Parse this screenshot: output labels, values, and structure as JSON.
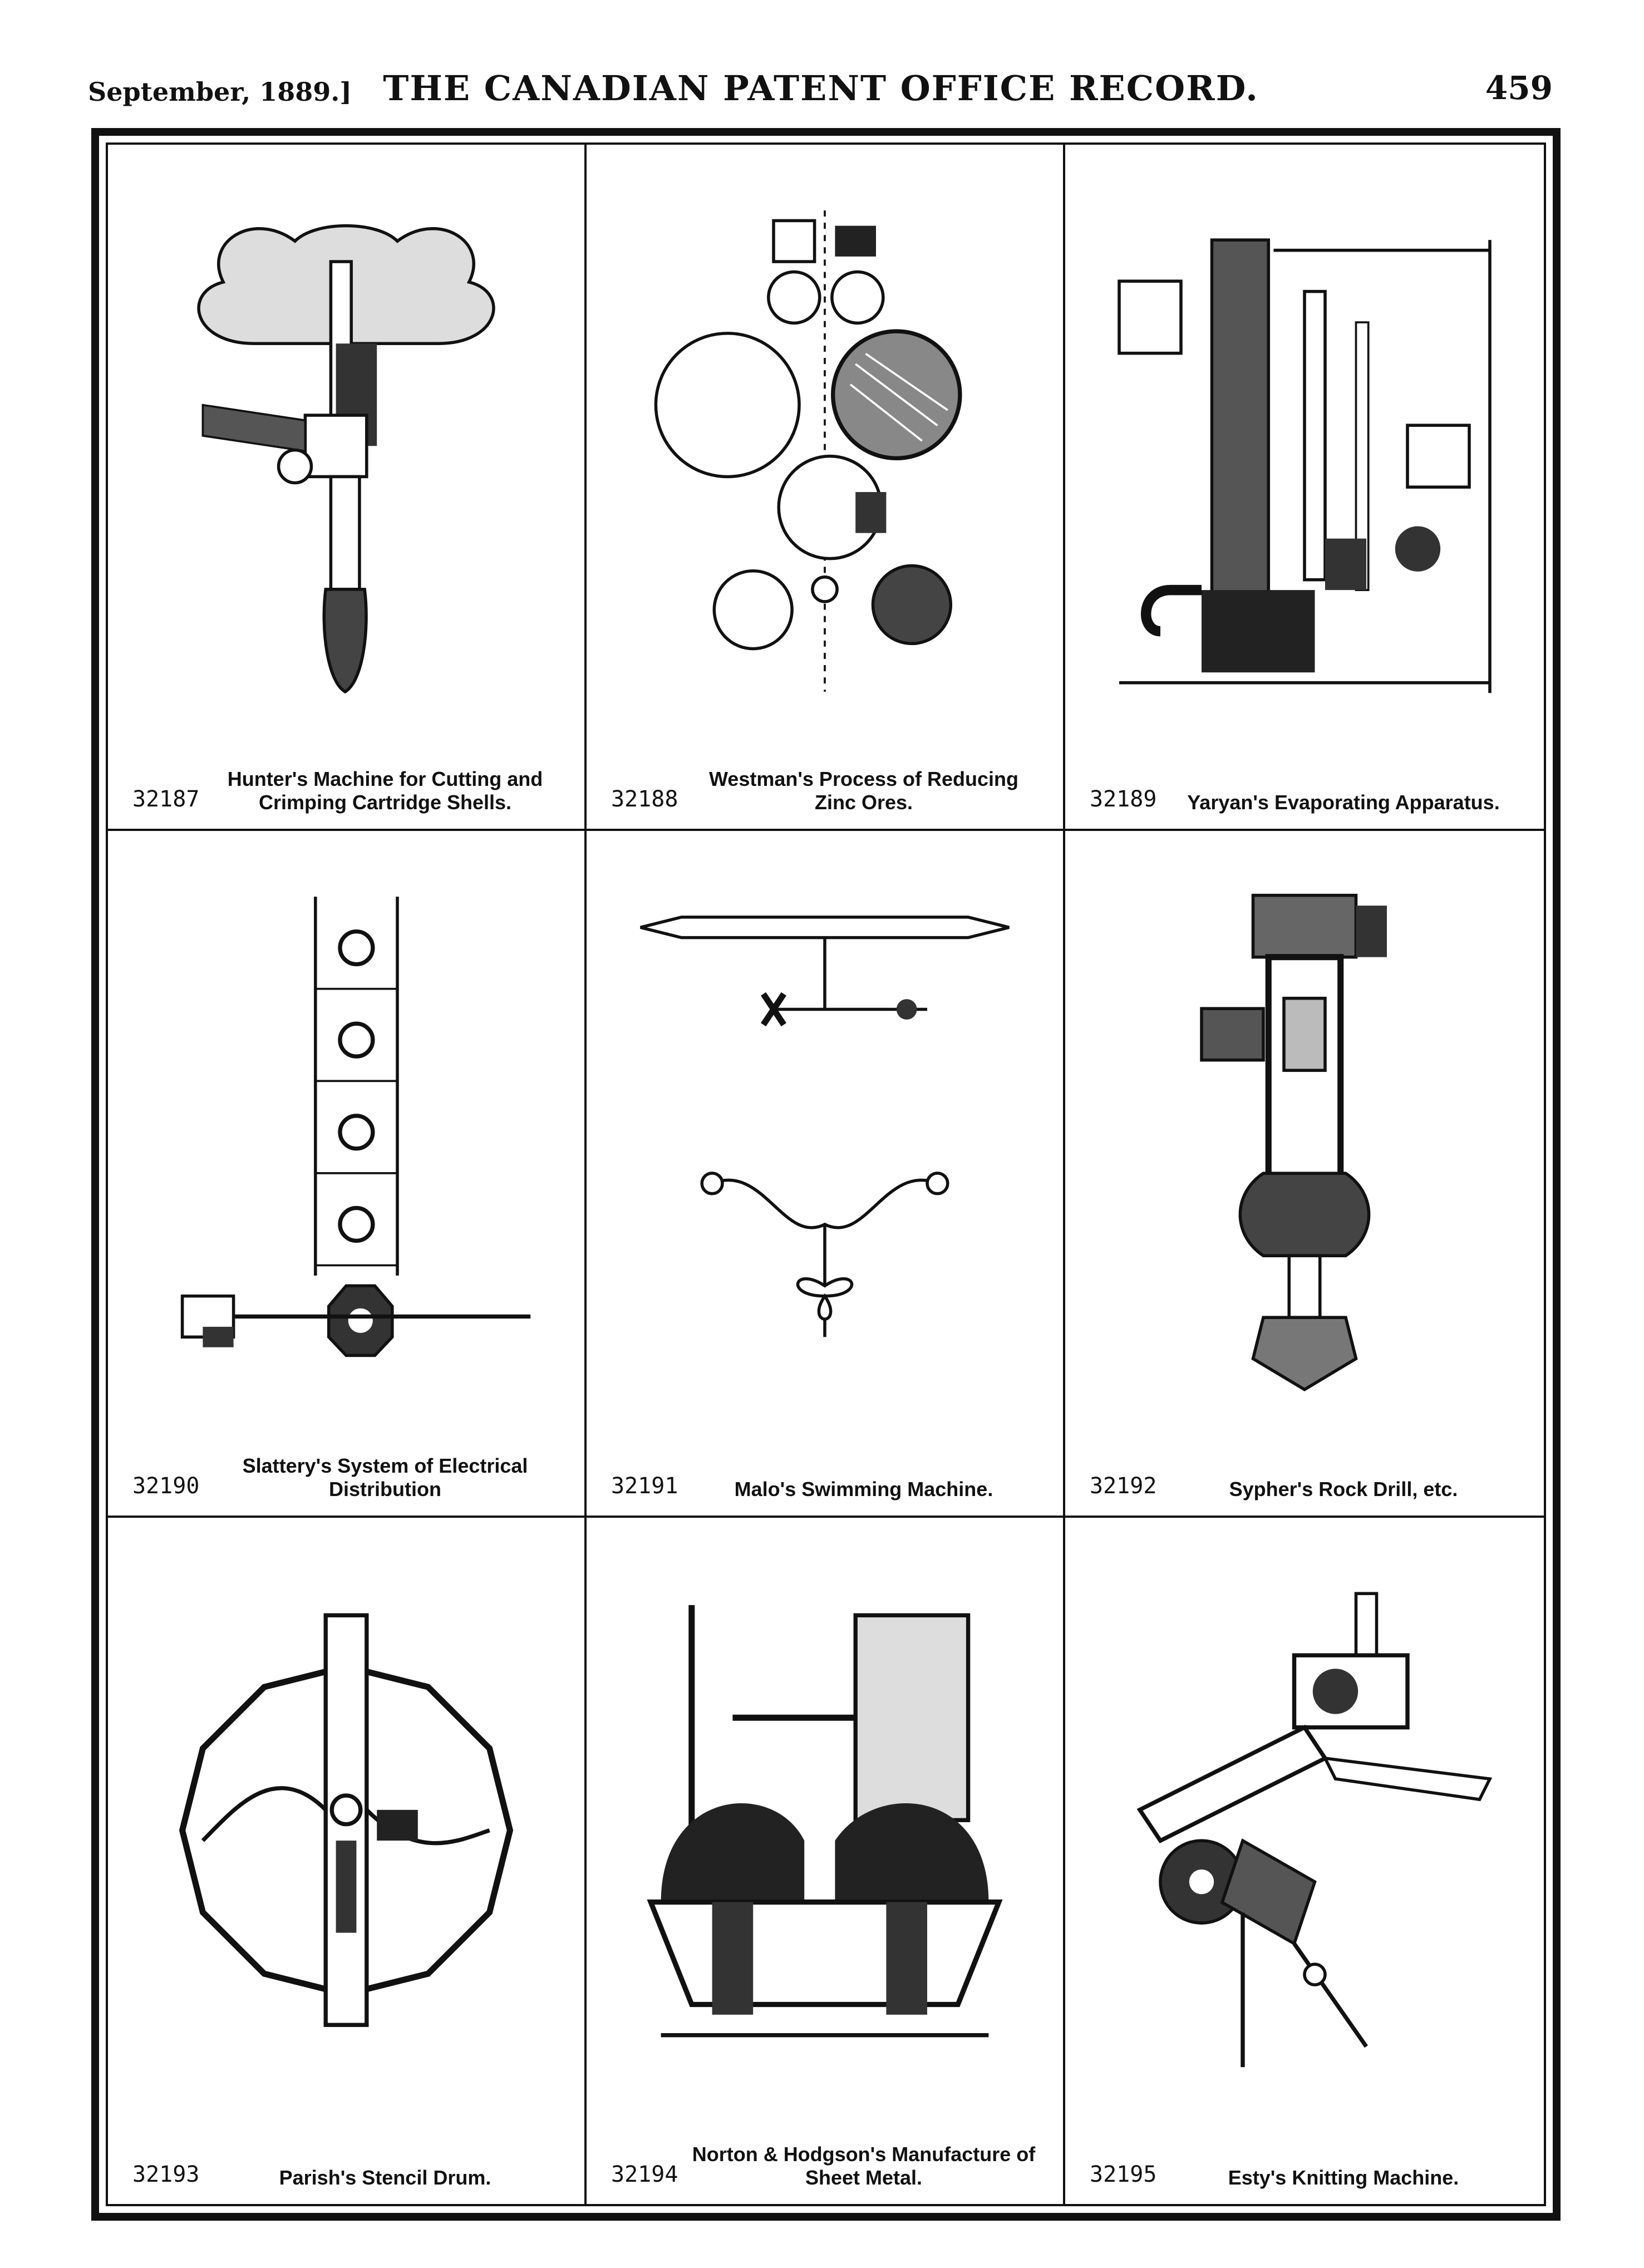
{
  "header": {
    "date": "September, 1889.]",
    "title": "THE CANADIAN PATENT OFFICE RECORD.",
    "page_number": "459"
  },
  "figures": [
    {
      "number": "32187",
      "caption": "Hunter's Machine for Cutting and Crimping Cartridge Shells.",
      "icon": "cartridge-tool-drawing"
    },
    {
      "number": "32188",
      "caption": "Westman's Process of Reducing Zinc Ores.",
      "icon": "ore-roller-drawing"
    },
    {
      "number": "32189",
      "caption": "Yaryan's Evaporating Apparatus.",
      "icon": "evaporator-drawing"
    },
    {
      "number": "32190",
      "caption": "Slattery's System of Electrical Distribution",
      "icon": "electrical-distribution-drawing"
    },
    {
      "number": "32191",
      "caption": "Malo's Swimming Machine.",
      "icon": "swimming-machine-drawing"
    },
    {
      "number": "32192",
      "caption": "Sypher's Rock Drill, etc.",
      "icon": "rock-drill-drawing"
    },
    {
      "number": "32193",
      "caption": "Parish's Stencil Drum.",
      "icon": "stencil-drum-drawing"
    },
    {
      "number": "32194",
      "caption": "Norton & Hodgson's Manufacture of Sheet Metal.",
      "icon": "sheet-metal-machine-drawing"
    },
    {
      "number": "32195",
      "caption": "Esty's Knitting Machine.",
      "icon": "knitting-machine-drawing"
    }
  ]
}
